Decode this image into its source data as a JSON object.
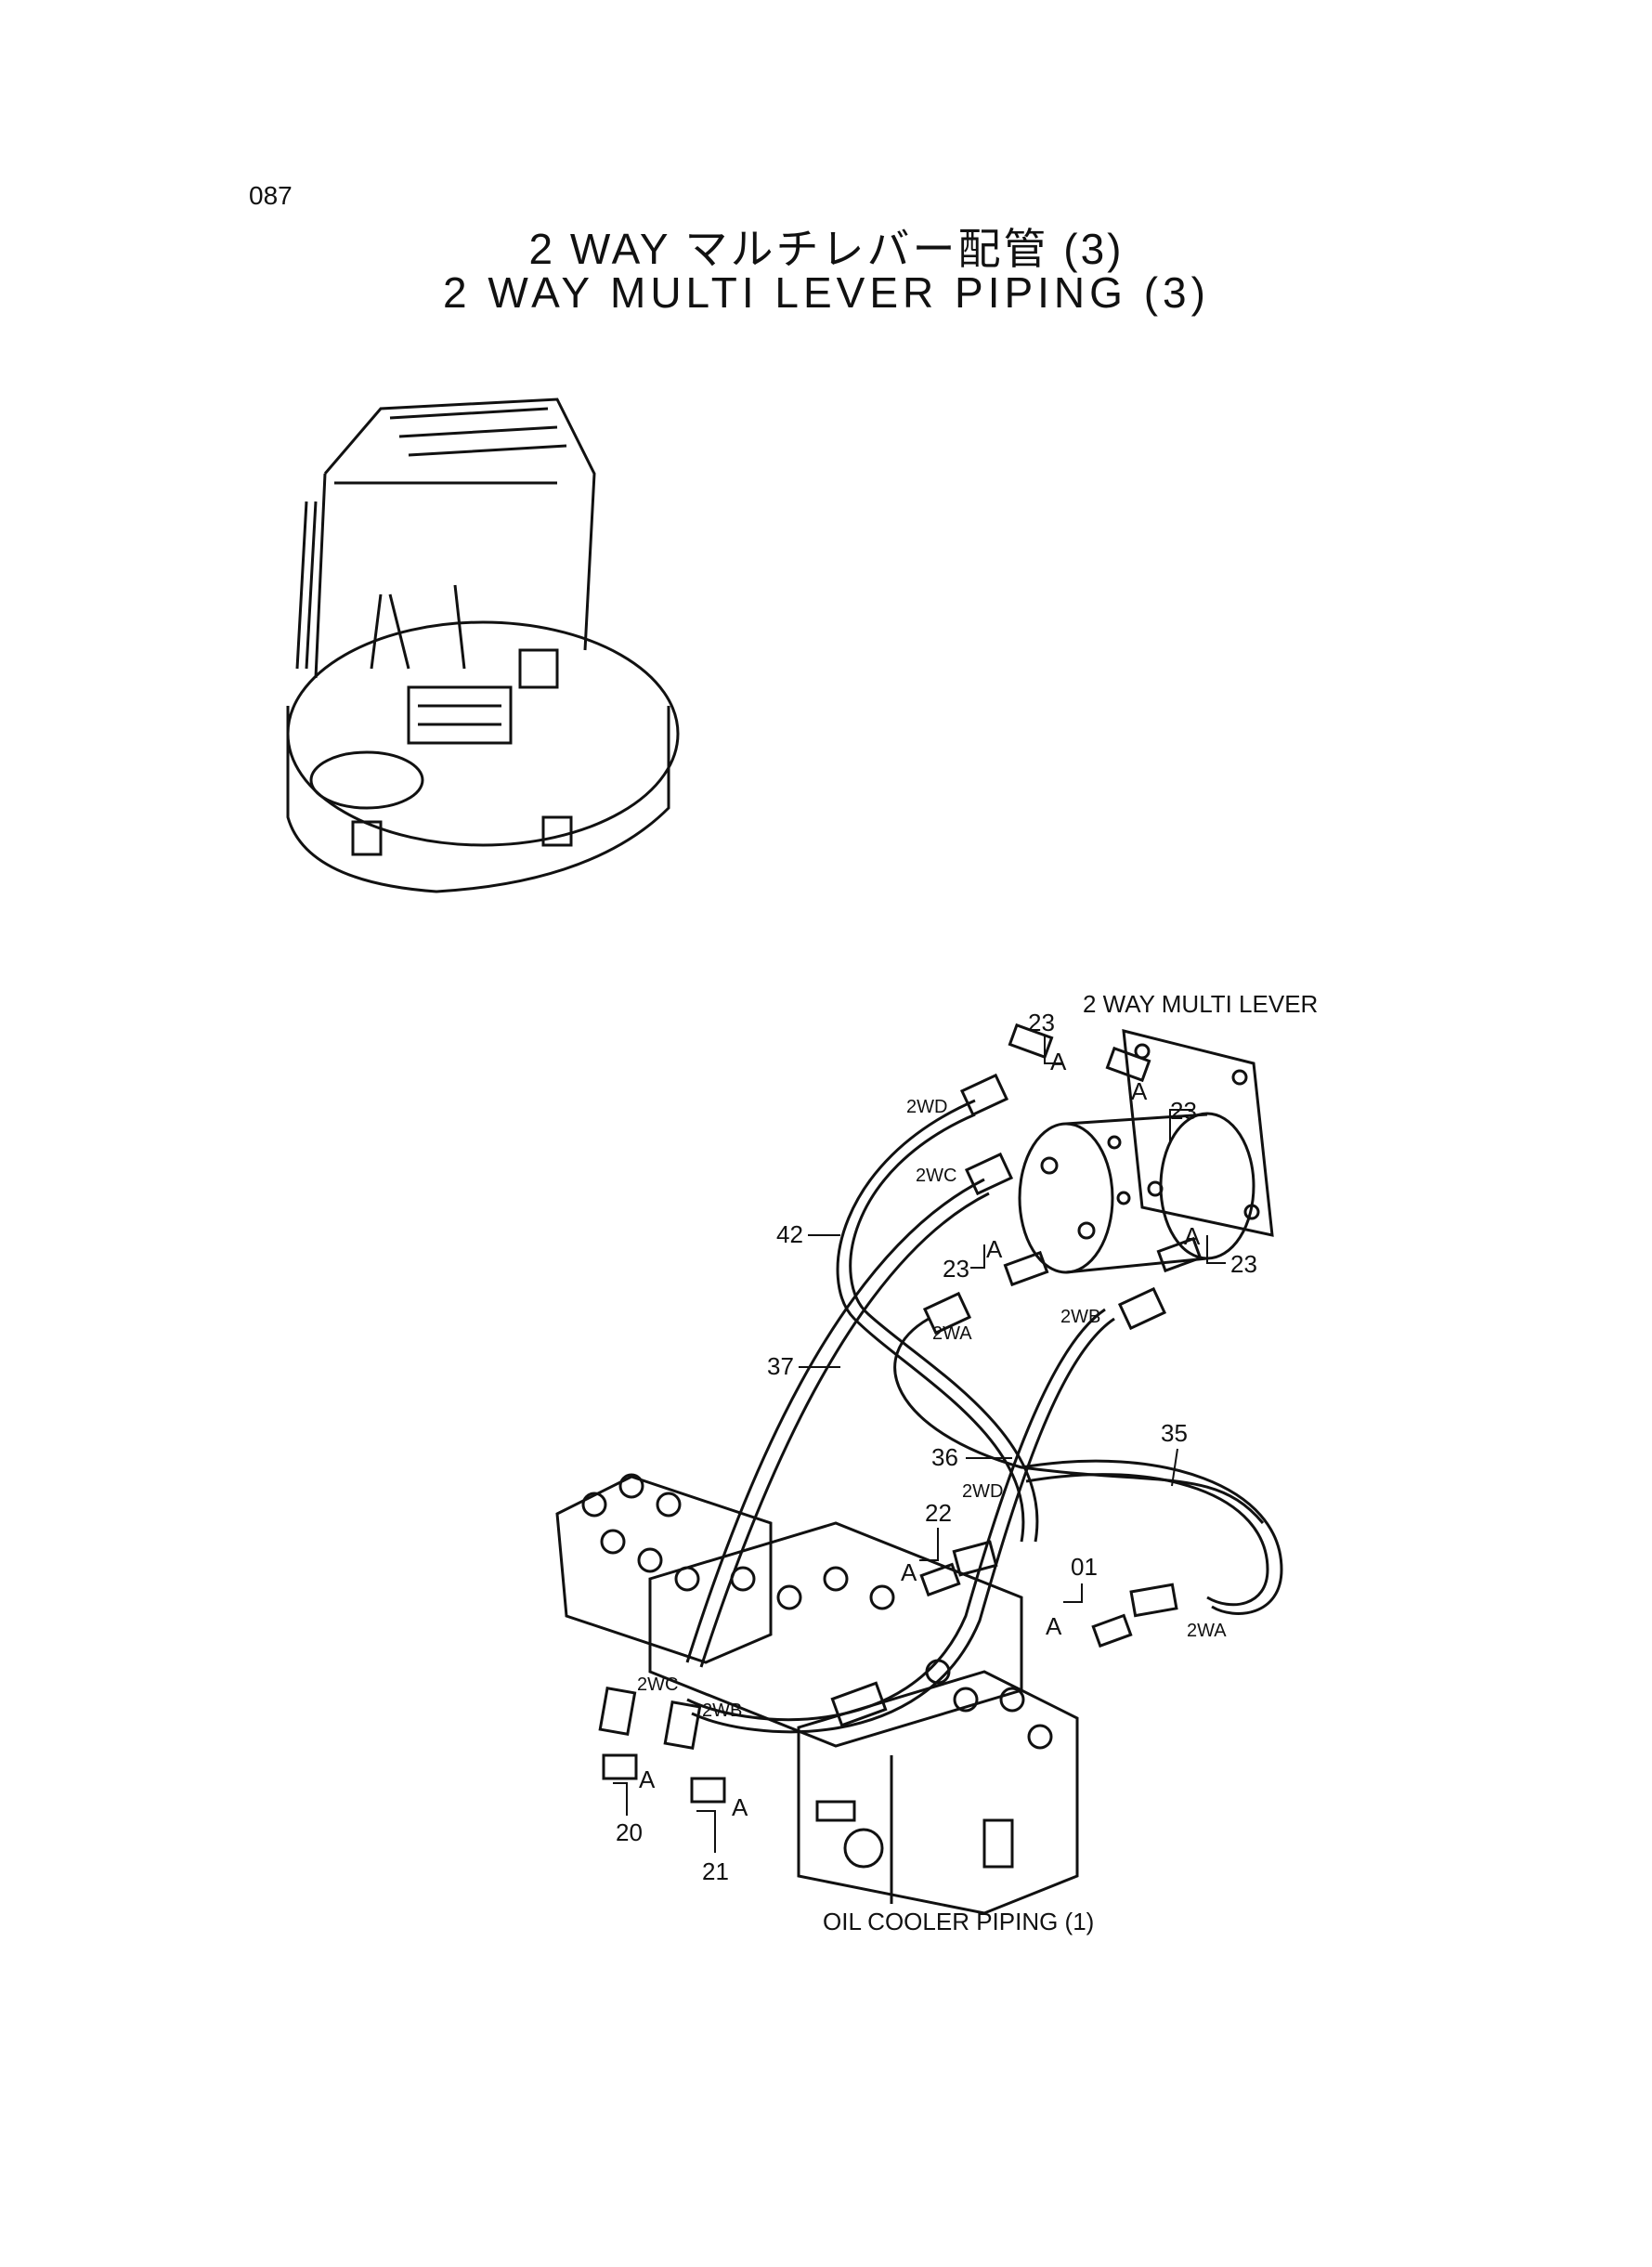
{
  "page_number": "087",
  "title_jp": "2 WAY マルチレバー配管 (3)",
  "title_en": "2 WAY MULTI LEVER PIPING (3)",
  "callouts": {
    "multi_lever": "2 WAY MULTI LEVER",
    "oil_cooler": "OIL COOLER PIPING (1)"
  },
  "part_numbers": {
    "p23": "23",
    "p42": "42",
    "p37": "37",
    "p36": "36",
    "p35": "35",
    "p22": "22",
    "p01": "01",
    "p20": "20",
    "p21": "21"
  },
  "ports": {
    "wa": "2WA",
    "wb": "2WB",
    "wc": "2WC",
    "wd": "2WD"
  },
  "view_marker": "A"
}
